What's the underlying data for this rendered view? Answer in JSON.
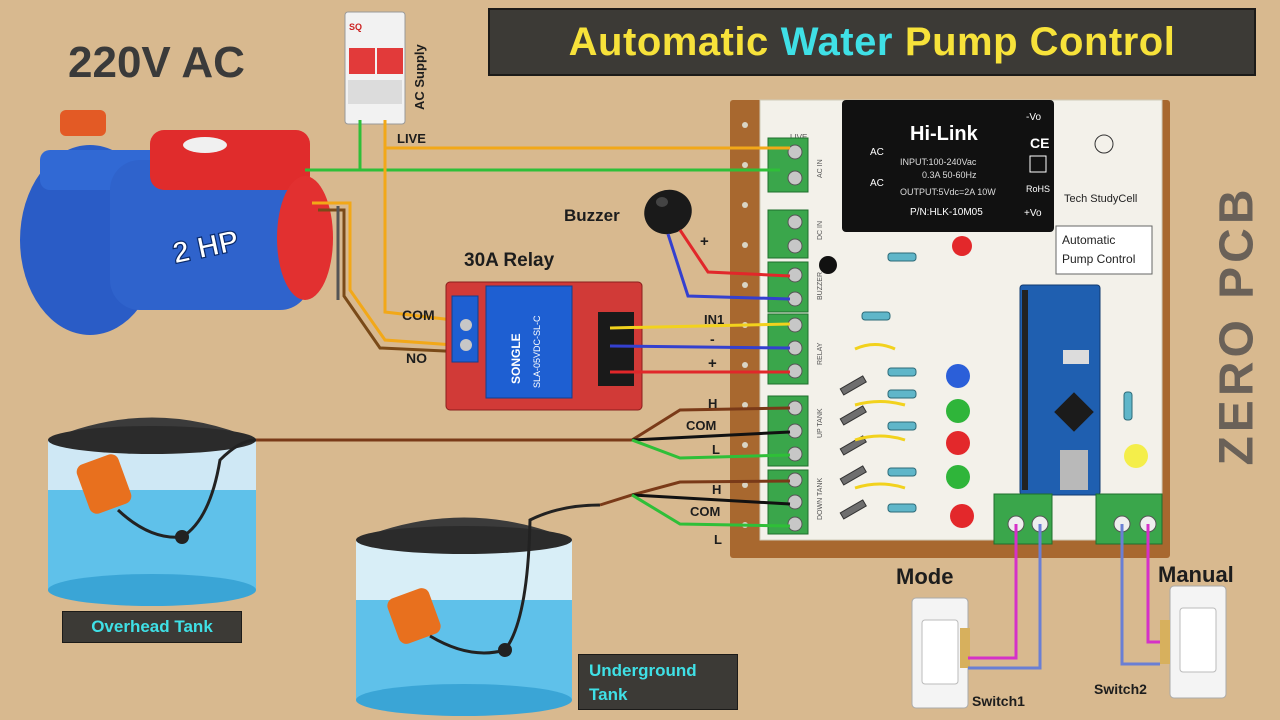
{
  "title": {
    "part1": "Automatic",
    "part2": "Water",
    "part3": "Pump Control"
  },
  "supply_voltage": "220V AC",
  "breaker": {
    "label": "AC Supply",
    "brand": "SQ"
  },
  "wires": {
    "live": "LIVE"
  },
  "pump": {
    "rating": "2 HP"
  },
  "buzzer": {
    "label": "Buzzer",
    "plus": "+"
  },
  "relay": {
    "label": "30A Relay",
    "com": "COM",
    "no": "NO",
    "in1": "IN1",
    "minus": "-",
    "plus": "+",
    "module_text": [
      "SLA-05VDC-SL-C",
      "SONGLE"
    ]
  },
  "tank_wires": {
    "overhead": {
      "h": "H",
      "com": "COM",
      "l": "L"
    },
    "underground": {
      "h": "H",
      "com": "COM",
      "l": "L"
    }
  },
  "tanks": {
    "overhead": "Overhead Tank",
    "underground_1": "Underground",
    "underground_2": "Tank"
  },
  "hlink": {
    "brand": "Hi-Link",
    "input": "INPUT:100-240Vac",
    "current": "0.3A 50-60Hz",
    "output": "OUTPUT:5Vdc=2A 10W",
    "pn": "P/N:HLK-10M05",
    "ac1": "AC",
    "ac2": "AC",
    "vo_minus": "-Vo",
    "vo_plus": "+Vo",
    "rohs": "RoHS"
  },
  "pcb": {
    "brand": "Tech StudyCell",
    "box_line1": "Automatic",
    "box_line2": "Pump Control",
    "silk": [
      "LIVE",
      "AC IN",
      "DC IN",
      "BUZZER",
      "RELAY",
      "UP TANK",
      "DOWN TANK"
    ]
  },
  "switches": {
    "mode": "Mode",
    "manual": "Manual",
    "switch1": "Switch1",
    "switch2": "Switch2"
  },
  "watermark": "ZERO PCB",
  "colors": {
    "banner_bg": "#3c3a36",
    "title_yellow": "#f7e23a",
    "title_cyan": "#3fe0e6",
    "board": "#d8b98f"
  }
}
